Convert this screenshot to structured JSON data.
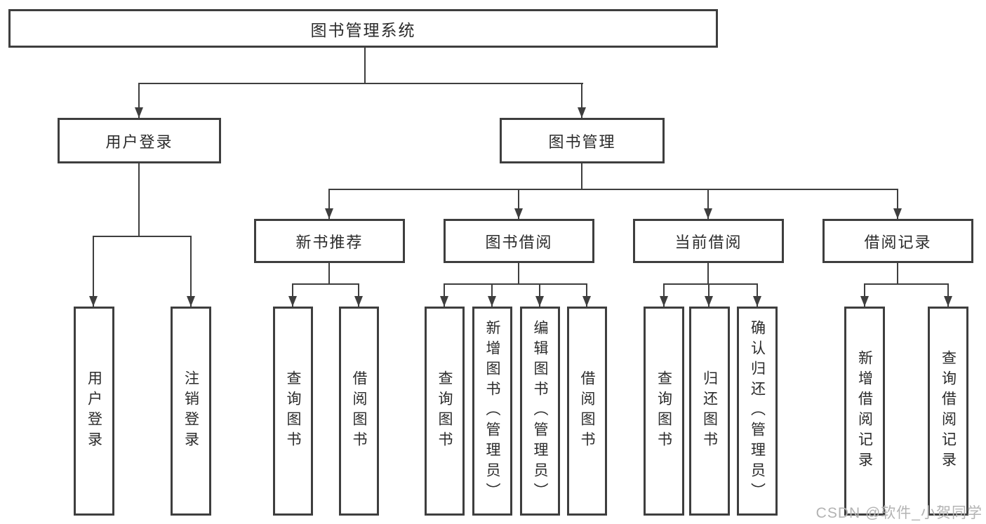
{
  "diagram": {
    "root": {
      "label": "图书管理系统"
    },
    "user_login": {
      "label": "用户登录",
      "children": [
        {
          "label": "用户登录"
        },
        {
          "label": "注销登录"
        }
      ]
    },
    "book_mgmt": {
      "label": "图书管理",
      "children": [
        {
          "label": "新书推荐",
          "children": [
            {
              "label": "查询图书"
            },
            {
              "label": "借阅图书"
            }
          ]
        },
        {
          "label": "图书借阅",
          "children": [
            {
              "label": "查询图书"
            },
            {
              "label": "新增图书（管理员）"
            },
            {
              "label": "编辑图书（管理员）"
            },
            {
              "label": "借阅图书"
            }
          ]
        },
        {
          "label": "当前借阅",
          "children": [
            {
              "label": "查询图书"
            },
            {
              "label": "归还图书"
            },
            {
              "label": "确认归还（管理员）"
            }
          ]
        },
        {
          "label": "借阅记录",
          "children": [
            {
              "label": "新增借阅记录"
            },
            {
              "label": "查询借阅记录"
            }
          ]
        }
      ]
    },
    "line_color": "#3e3e3e"
  },
  "watermark": {
    "text": "CSDN @软件_小贺同学"
  }
}
